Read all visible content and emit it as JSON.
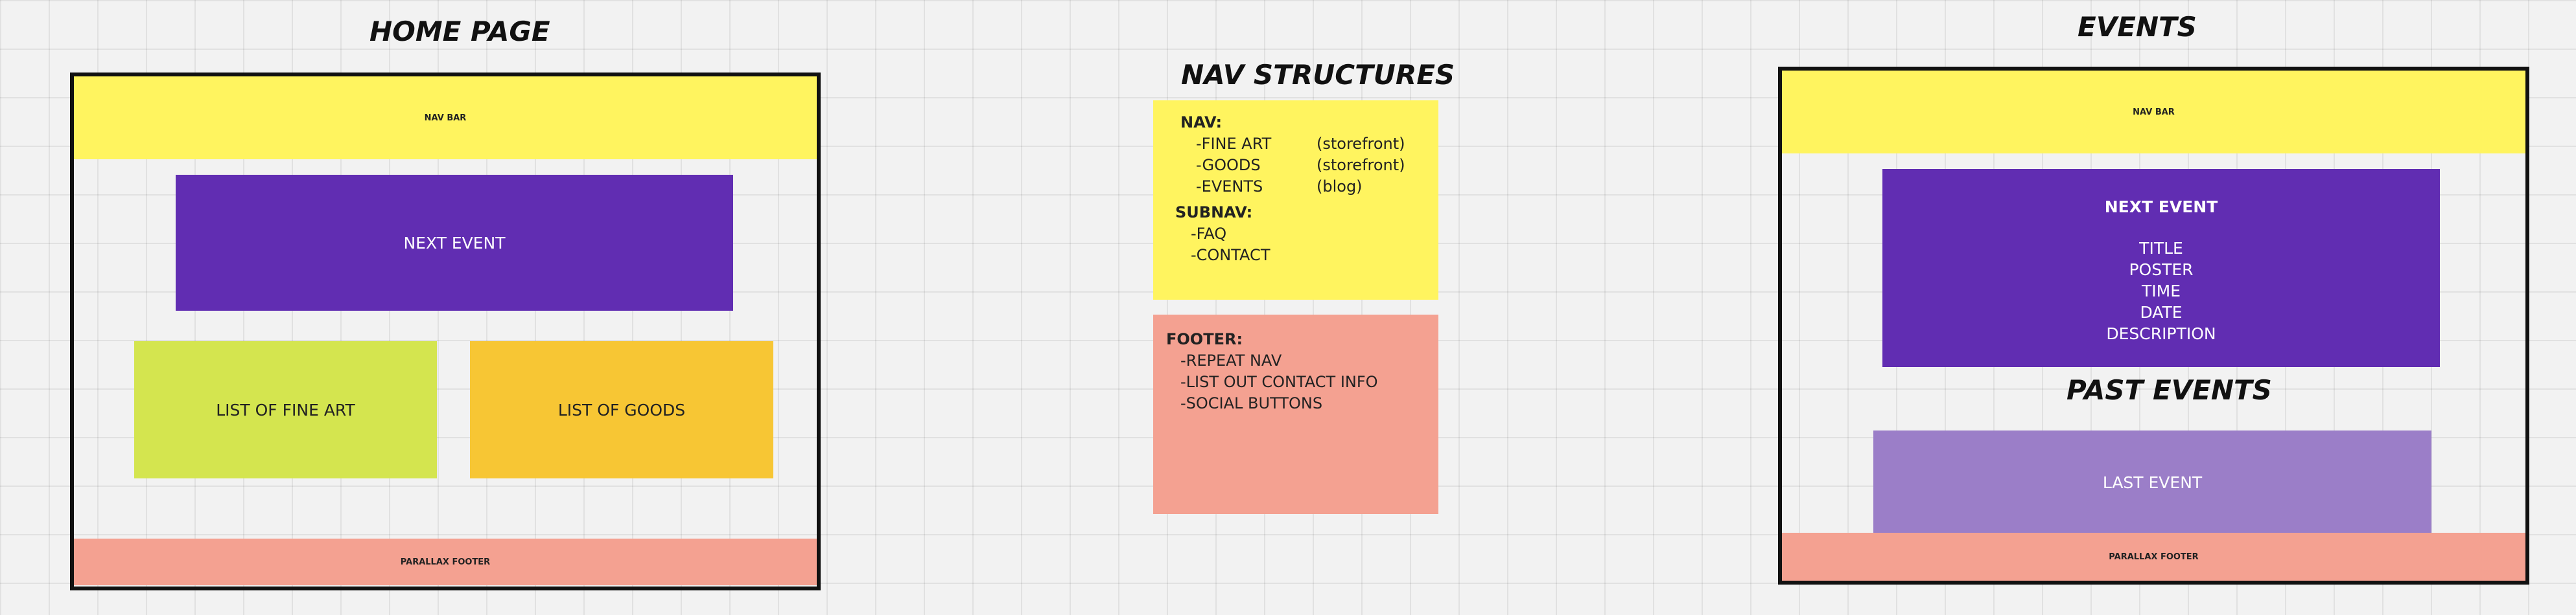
{
  "home": {
    "title": "HOME PAGE",
    "nav_bar": "NAV BAR",
    "next_event": "NEXT EVENT",
    "fine_art": "LIST OF FINE ART",
    "goods": "LIST OF GOODS",
    "footer": "PARALLAX FOOTER"
  },
  "nav_structures": {
    "title": "NAV STRUCTURES",
    "nav": {
      "heading": "NAV:",
      "items": [
        {
          "name": "-FINE ART",
          "type": "(storefront)"
        },
        {
          "name": "-GOODS",
          "type": "(storefront)"
        },
        {
          "name": "-EVENTS",
          "type": "(blog)"
        }
      ]
    },
    "subnav": {
      "heading": "SUBNAV:",
      "items": [
        "-FAQ",
        "-CONTACT"
      ]
    },
    "footer": {
      "heading": "FOOTER:",
      "items": [
        "-REPEAT NAV",
        "-LIST OUT CONTACT INFO",
        "-SOCIAL BUTTONS"
      ]
    }
  },
  "events": {
    "title": "EVENTS",
    "nav_bar": "NAV BAR",
    "next_event": {
      "heading": "NEXT EVENT",
      "fields": [
        "TITLE",
        "POSTER",
        "TIME",
        "DATE",
        "DESCRIPTION"
      ]
    },
    "past_events_title": "PAST EVENTS",
    "last_event": "LAST EVENT",
    "footer": "PARALLAX FOOTER"
  },
  "colors": {
    "yellow": "#fff45f",
    "purple": "#612db2",
    "light_purple": "#9b7ec8",
    "lime": "#d4e54f",
    "orange": "#f7c634",
    "salmon": "#f4a191",
    "frame": "#111111"
  }
}
